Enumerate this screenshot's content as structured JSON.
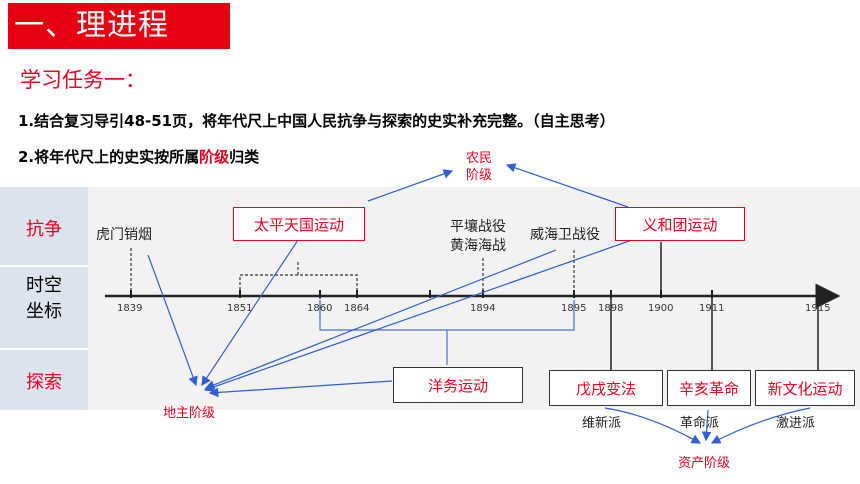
{
  "header": {
    "title": "一、理进程"
  },
  "task": {
    "heading": "学习任务一：",
    "line1": "1.结合复习导引48-51页，将年代尺上中国人民抗争与探索的史实补充完整。（自主思考）",
    "line2_before": "2.将年代尺上的史实按所属",
    "line2_highlight": "阶级",
    "line2_after": "归类"
  },
  "rows": {
    "struggle": "抗争",
    "timespace_1": "时空",
    "timespace_2": "坐标",
    "exploration": "探索"
  },
  "classes": {
    "peasant_1": "农民",
    "peasant_2": "阶级",
    "landlord": "地主阶级",
    "bourgeois": "资产阶级"
  },
  "timeline": {
    "years": [
      "1839",
      "1851",
      "1860",
      "1864",
      "1894",
      "1895",
      "1898",
      "1900",
      "1911",
      "1915"
    ],
    "events": {
      "humen": "虎门销烟",
      "pingrang_1": "平壤战役",
      "pingrang_2": "黄海海战",
      "weihaiwei": "威海卫战役"
    }
  },
  "boxes": {
    "taiping": "太平天国运动",
    "boxer": "义和团运动",
    "westernization": "洋务运动",
    "reform_1898": "戊戌变法",
    "xinhai": "辛亥革命",
    "new_culture": "新文化运动"
  },
  "factions": {
    "reform": "维新派",
    "revolution": "革命派",
    "radical": "激进派"
  },
  "colors": {
    "title_bg": "#e60012",
    "accent_red": "#e6001f",
    "band_bg": "#f2f2f2",
    "label_col_bg": "#dde3ec",
    "arrow_blue": "#2f5fd0"
  }
}
